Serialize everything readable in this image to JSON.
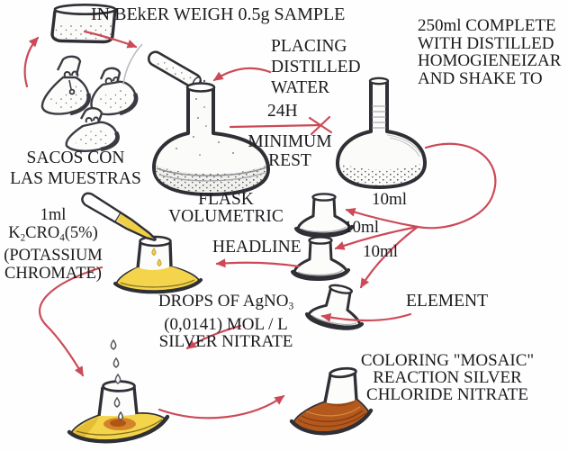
{
  "palette": {
    "ink": "#2f2f36",
    "arrow_red": "#cc4a57",
    "liquid_yellow": "#f4d44a",
    "orange_spot": "#b25412",
    "result_brown": "#b4591e",
    "paper": "#fefefe"
  },
  "illustrations": [
    "beaker-sketch",
    "sample-bags-sketch",
    "test-tube-sketch",
    "volumetric-flask-1-sketch",
    "volumetric-flask-2-sketch",
    "aliquot-flask-1-sketch",
    "aliquot-flask-2-sketch",
    "aliquot-flask-3-sketch",
    "element-flask-sketch",
    "chromate-dropper-sketch",
    "chromate-flask-sketch",
    "titration-flask-sketch",
    "result-flask-sketch",
    "flow-arrows"
  ],
  "labels": {
    "title": "IN BEkER WEIGH 0.5g SAMPLE",
    "sacos": {
      "line1": "SACOS CON",
      "line2": "LAS MUESTRAS"
    },
    "placing": {
      "line1": "PLACING",
      "line2": "DISTILLED",
      "line3": "WATER"
    },
    "rest": {
      "h24": "24H",
      "line1": "MINIMUM",
      "line2": "REST"
    },
    "complete": {
      "line1": "250ml COMPLETE",
      "line2": "WITH DISTILLED",
      "line3": "HOMOGIENEIZAR",
      "line4": "AND SHAKE TO"
    },
    "flask_volumetric": {
      "line1": "FLASK",
      "line2": "VOLUMETRIC"
    },
    "aliquot1": "10ml",
    "aliquot2": "10ml",
    "aliquot3": "10ml",
    "chromate": {
      "line1": "1ml",
      "formula": {
        "k": "K",
        "sub2": "2",
        "mid": "CRO",
        "sub4": "4",
        "pct": "(5%)"
      },
      "line3": "(POTASSIUM",
      "line4": "CHROMATE)"
    },
    "headline": "HEADLINE",
    "agno3": {
      "line1_pre": "DROPS OF AgNO",
      "line1_sub": "3",
      "line2": "(0,0141) MOL / L",
      "line3": "SILVER NITRATE"
    },
    "element": "ELEMENT",
    "coloring": {
      "line1": "COLORING \"MOSAIC\"",
      "line2": "REACTION SILVER",
      "line3": "CHLORIDE NITRATE"
    }
  }
}
